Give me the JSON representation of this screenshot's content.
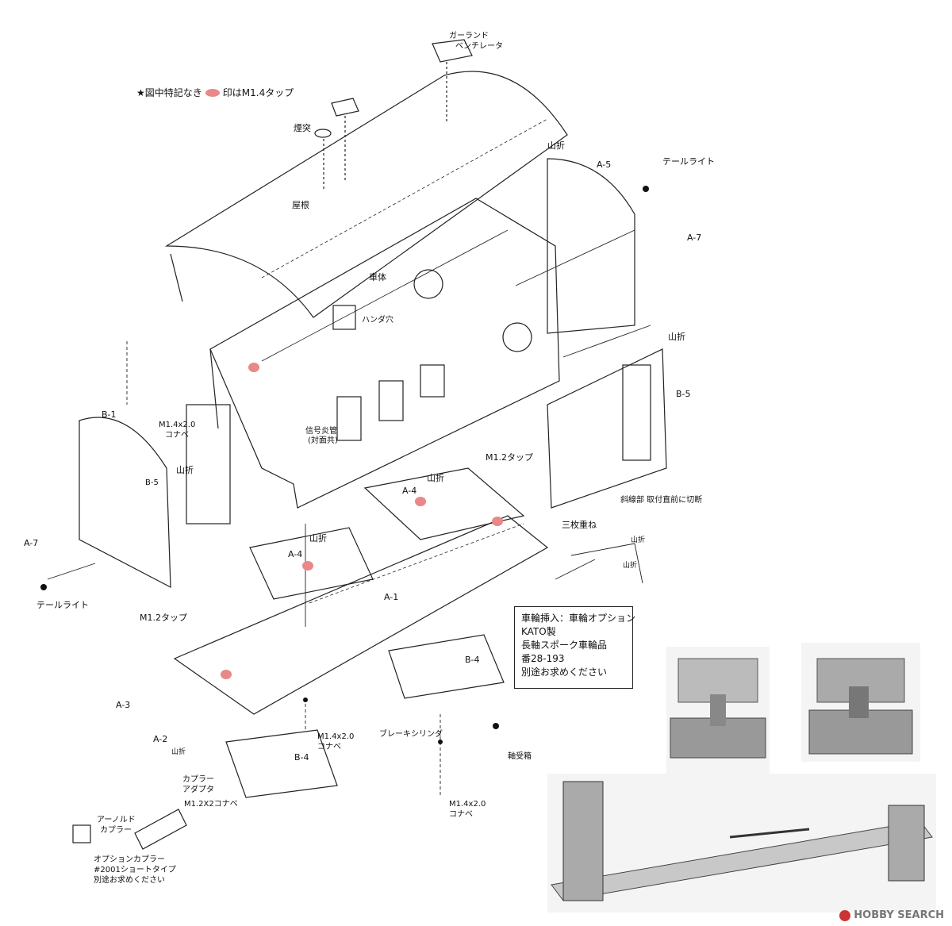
{
  "legend": {
    "star": "★図中特記なき",
    "suffix": "印はM1.4タップ",
    "tap_color": "#e88888"
  },
  "labels": {
    "garland_ventilator": [
      "ガーランド",
      "ベンチレータ"
    ],
    "chimney": "煙突",
    "roof": "屋根",
    "body": "車体",
    "solder_hole": "ハンダ穴",
    "signal_horn": [
      "信号炎管",
      "(対面共)"
    ],
    "mountain_fold": "山折",
    "tail_light": "テールライト",
    "screw_m14": [
      "M1.4x2.0",
      "コナベ"
    ],
    "diagonal_cut": "斜線部 取付直前に切断",
    "triple_layer": "三枚重ね",
    "tap_m12": "M1.2タップ",
    "brake_cylinder": "ブレーキシリンダ",
    "axle_box": "軸受箱",
    "coupler_adapter": [
      "カプラー",
      "アダプタ"
    ],
    "screw_m12": "M1.2X2コナベ",
    "arnold_coupler": [
      "アーノルド",
      "カプラー"
    ],
    "option_coupler": [
      "オプションカプラー",
      "#2001ショートタイプ",
      "別途お求めください"
    ]
  },
  "part_ids": {
    "A1": "A-1",
    "A2": "A-2",
    "A3": "A-3",
    "A4": "A-4",
    "A5": "A-5",
    "A7": "A-7",
    "B1": "B-1",
    "B4": "B-4",
    "B5": "B-5"
  },
  "note": {
    "lines": [
      "車輪挿入：車輪オプション",
      "KATO製",
      "長軸スポーク車輪品",
      "番28-193",
      "別途お求めください"
    ]
  },
  "watermark": "HOBBY SEARCH"
}
